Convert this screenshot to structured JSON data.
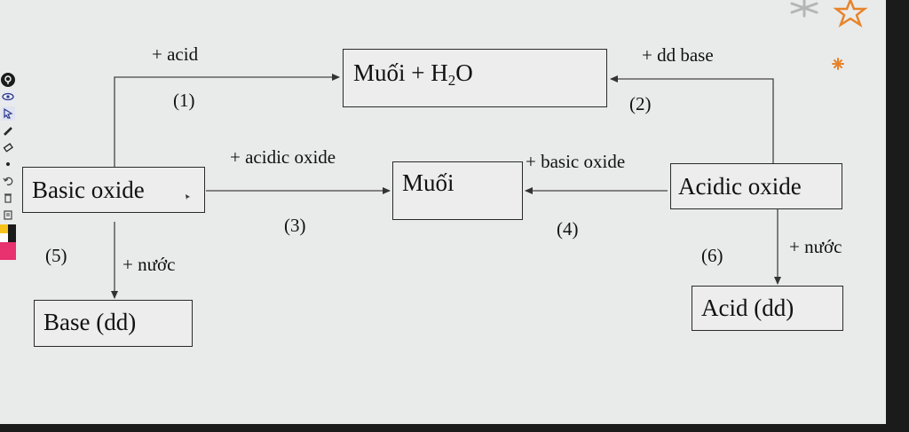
{
  "diagram": {
    "boxes": {
      "salt_water": {
        "text": "Muối + H",
        "sub": "2",
        "tail": "O"
      },
      "salt": "Muối",
      "basic_oxide": "Basic oxide",
      "acidic_oxide": "Acidic oxide",
      "base": "Base (dd)",
      "acid": "Acid (dd)"
    },
    "labels": {
      "plus_acid": "+ acid",
      "plus_dd_base": "+ dd base",
      "plus_acidic_oxide": "+ acidic oxide",
      "plus_basic_oxide": "+ basic oxide",
      "plus_water_left": "+ nước",
      "plus_water_right": "+ nước"
    },
    "steps": [
      "(1)",
      "(2)",
      "(3)",
      "(4)",
      "(5)",
      "(6)"
    ]
  },
  "toolbar": {
    "tools": [
      "lightbulb-icon",
      "eye-icon",
      "pointer-icon",
      "pen-icon",
      "eraser-icon",
      "dot-icon",
      "undo-icon",
      "trash-icon",
      "clipboard-icon",
      "color-swatch"
    ],
    "colors": [
      "#f7c31b",
      "#1a1a1a",
      "#e8316f",
      "#ffffff"
    ]
  },
  "decoration": {
    "star_color": "#e8832a",
    "asterisk_color": "#b9b9b9"
  }
}
